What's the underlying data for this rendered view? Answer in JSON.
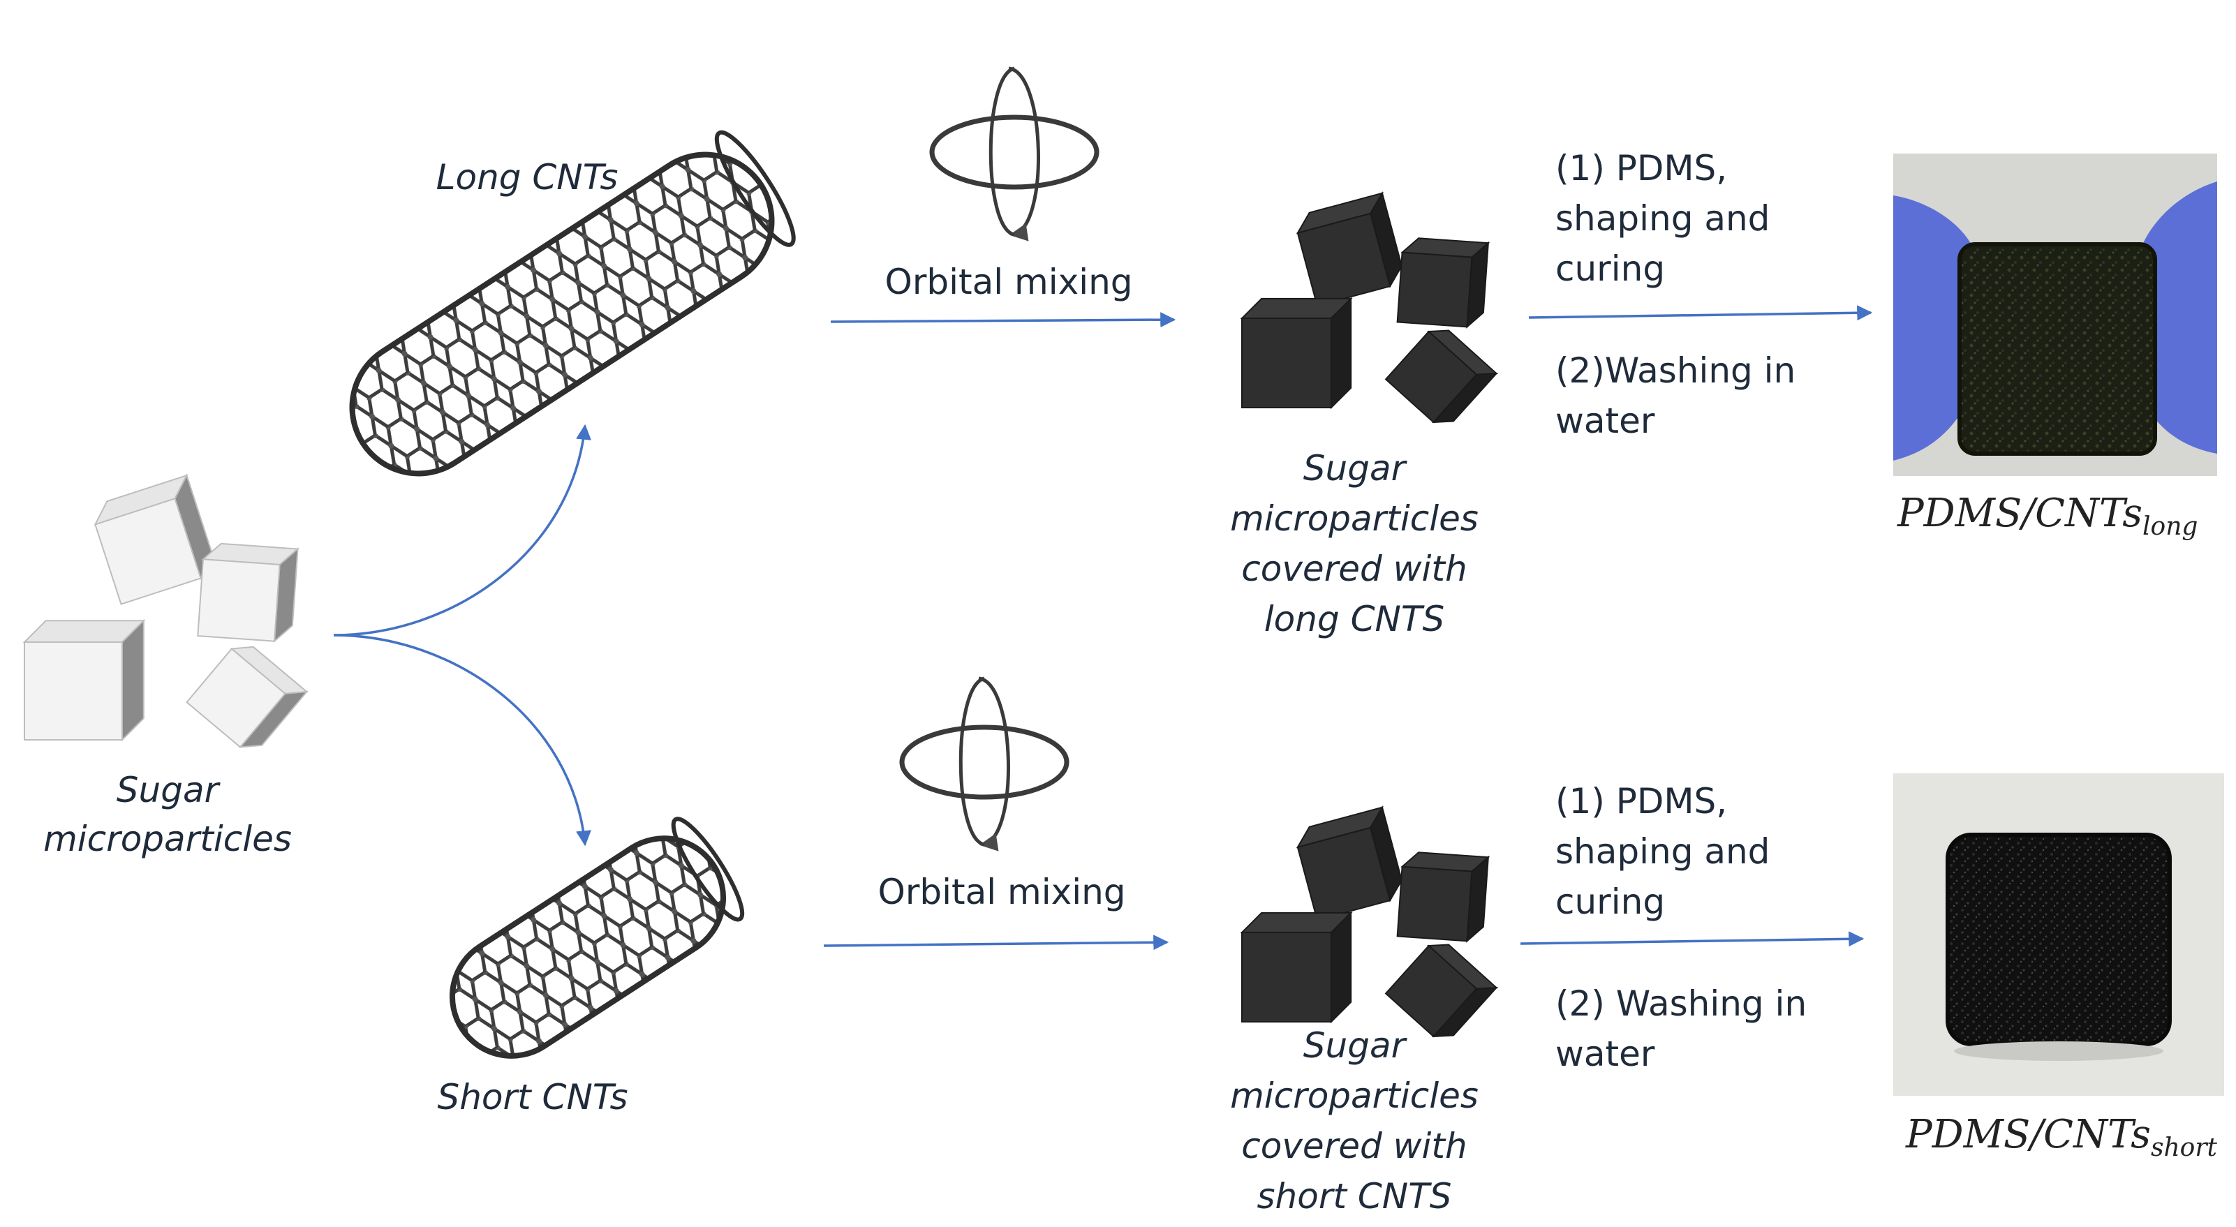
{
  "labels": {
    "sugar": [
      "Sugar",
      "microparticles"
    ],
    "long_cnts": "Long CNTs",
    "short_cnts": "Short CNTs",
    "orbital_top": "Orbital mixing",
    "orbital_bottom": "Orbital mixing",
    "covered_long": [
      "Sugar",
      "microparticles",
      "covered with",
      "long CNTS"
    ],
    "covered_short": [
      "Sugar",
      "microparticles",
      "covered with",
      "short CNTS"
    ],
    "steps_top": [
      "(1) PDMS,",
      "shaping and",
      "curing",
      "(2)Washing in",
      "water"
    ],
    "steps_bottom": [
      "(1) PDMS,",
      "shaping and",
      "curing",
      "(2) Washing in",
      "water"
    ],
    "product_long": {
      "base": "PDMS/CNTs",
      "sub": "long"
    },
    "product_short": {
      "base": "PDMS/CNTs",
      "sub": "short"
    }
  },
  "colors": {
    "arrow": "#4472c4",
    "text": "#1f2b3a",
    "dark_cube": "#2e2e2e",
    "white_cube": "#f2f2f2",
    "glove": "#5b6fd6",
    "sample": "#1b1e12"
  },
  "icons": [
    "rotation-icon",
    "cube-icon",
    "nanotube-icon"
  ]
}
